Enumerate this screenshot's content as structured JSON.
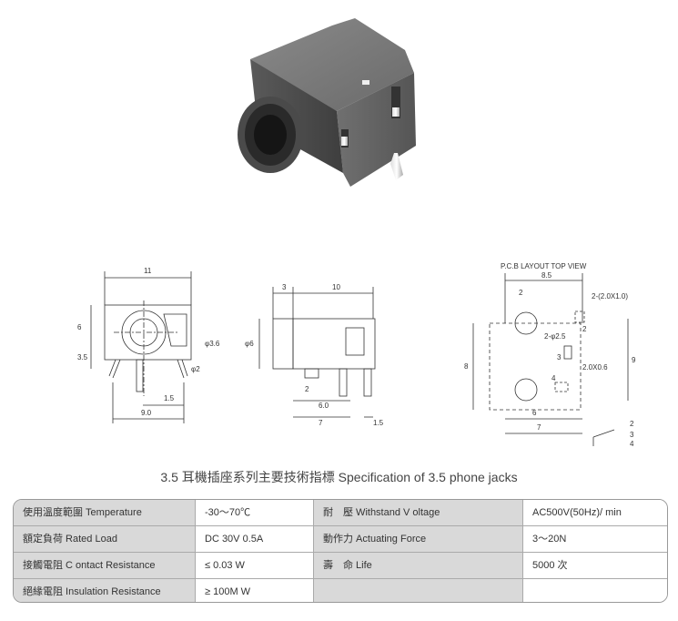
{
  "drawings": {
    "front": {
      "dims": [
        "11",
        "6",
        "3.5",
        "φ3.6",
        "φ2",
        "1.5",
        "9.0"
      ]
    },
    "side": {
      "dims": [
        "3",
        "10",
        "φ6",
        "2",
        "6.0",
        "7",
        "1.5"
      ]
    },
    "pcb": {
      "title": "P.C.B LAYOUT    TOP VIEW",
      "dims": [
        "8.5",
        "2",
        "2-(2.0X1.0)",
        "2",
        "2-φ2.5",
        "3",
        "2.0X0.6",
        "8",
        "9",
        "4",
        "6",
        "7"
      ],
      "pins": [
        "2",
        "3",
        "4"
      ]
    }
  },
  "caption": "3.5 耳機插座系列主要技術指標 Specification of 3.5 phone jacks",
  "spec_table": [
    [
      "使用溫度範圍 Temperature",
      "-30～70℃",
      "耐　壓 Withstand V oltage",
      "AC500V(50Hz)/ min"
    ],
    [
      "額定負荷  Rated Load",
      "DC  30V  0.5A",
      "動作力  Actuating Force",
      "3～20N"
    ],
    [
      "接觸電阻  C ontact Resistance",
      "≤ 0.03 W",
      "壽　命  Life",
      "5000 次"
    ],
    [
      "絕緣電阻  Insulation Resistance",
      "≥ 100M W",
      "",
      ""
    ]
  ]
}
